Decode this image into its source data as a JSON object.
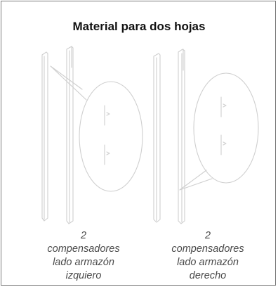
{
  "title": "Material para dos hojas",
  "captions": {
    "left": [
      "2",
      "compensadores",
      "lado armazón",
      "izquiero"
    ],
    "right": [
      "2",
      "compensadores",
      "lado armazón",
      "derecho"
    ]
  },
  "colors": {
    "line": "#cfcfcf",
    "text": "#4a4a4a",
    "border": "#7a7a7a"
  }
}
